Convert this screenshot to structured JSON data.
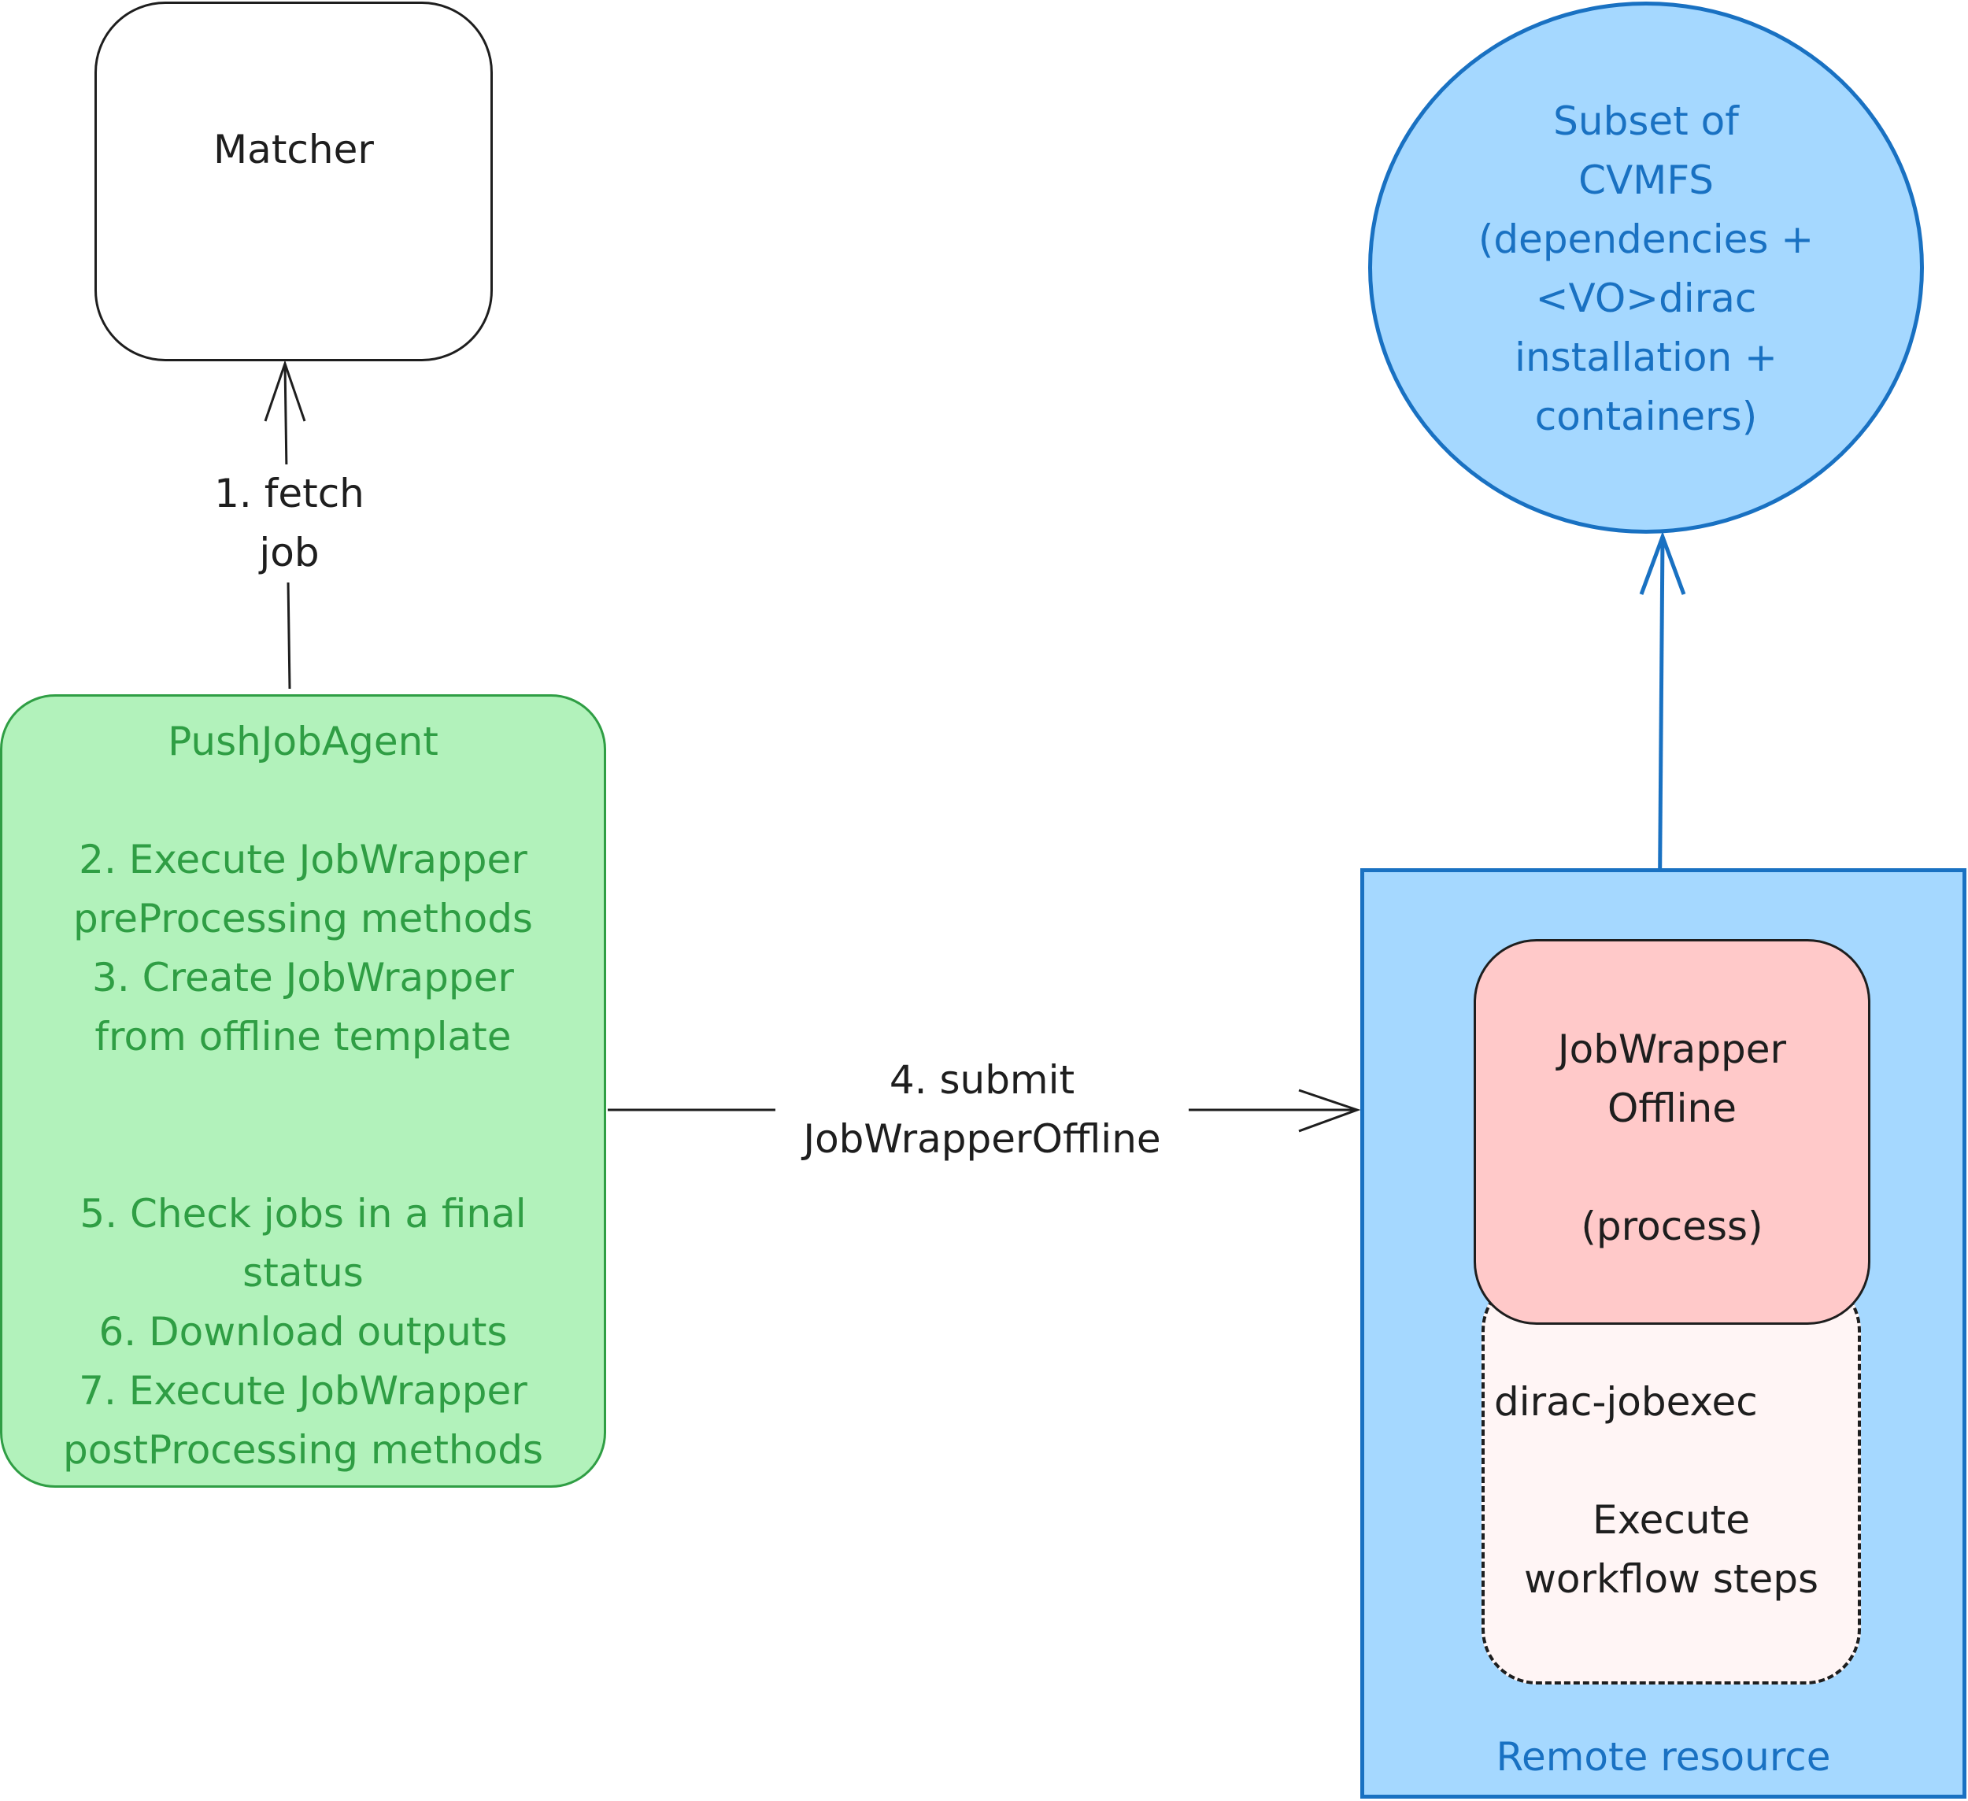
{
  "matcher": {
    "label": "Matcher"
  },
  "push_agent": {
    "title": "PushJobAgent",
    "lines_a": [
      "2. Execute JobWrapper",
      "preProcessing methods",
      "3. Create JobWrapper",
      "from offline template"
    ],
    "lines_b": [
      "5. Check jobs in a final",
      "status",
      "6. Download outputs",
      "7. Execute JobWrapper",
      "postProcessing methods"
    ]
  },
  "cvmfs": {
    "lines": [
      "Subset of",
      "CVMFS",
      "(dependencies +",
      "<VO>dirac",
      "installation +",
      "containers)"
    ]
  },
  "remote_resource": {
    "label": "Remote resource"
  },
  "job_wrapper_offline": {
    "line1": "JobWrapper",
    "line2": "Offline",
    "line3": "(process)"
  },
  "dirac_jobexec": {
    "line1": "dirac-jobexec",
    "line2": "Execute",
    "line3": "workflow steps"
  },
  "edges": {
    "fetch": {
      "line1": "1. fetch",
      "line2": "job"
    },
    "submit": {
      "line1": "4. submit",
      "line2": "JobWrapperOffline"
    }
  },
  "colors": {
    "green_fill": "#b2f2bb",
    "green_stroke": "#2f9e44",
    "blue_fill": "#a5d8ff",
    "blue_stroke": "#1971c2",
    "red_fill": "#ffc9c9",
    "dashed_fill": "#fff5f5",
    "ink": "#1e1e1e"
  }
}
